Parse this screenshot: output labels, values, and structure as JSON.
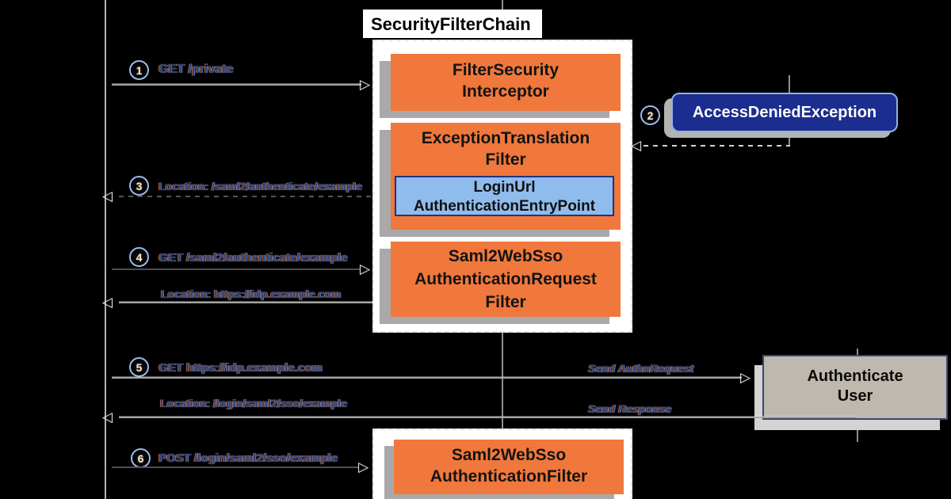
{
  "diagram": {
    "title_label": "SecurityFilterChain",
    "icons": {
      "arrow_right": "▷",
      "arrow_left": "◁"
    },
    "colors": {
      "background": "#000000",
      "box_orange": "#f0783c",
      "box_blue": "#8fbcec",
      "box_navy": "#1b2d8f",
      "box_gray": "#bfb8ae",
      "container_bg": "#ffffff",
      "shadow_gray": "#a9a9a9"
    },
    "security_filter_chain": {
      "filter_security_interceptor": {
        "line1": "FilterSecurity",
        "line2": "Interceptor"
      },
      "exception_translation_filter": {
        "line1": "ExceptionTranslation",
        "line2": "Filter"
      },
      "login_url_authentication_entry_point": {
        "line1": "LoginUrl",
        "line2": "AuthenticationEntryPoint"
      },
      "saml2_web_sso_authentication_request_filter": {
        "line1": "Saml2WebSso",
        "line2": "AuthenticationRequest",
        "line3": "Filter"
      },
      "saml2_web_sso_authentication_filter": {
        "line1": "Saml2WebSso",
        "line2": "AuthenticationFilter"
      }
    },
    "access_denied_exception_label": "AccessDeniedException",
    "authenticate_user": {
      "line1": "Authenticate",
      "line2": "User"
    },
    "steps": {
      "s1": {
        "num": "1",
        "label": "GET /private"
      },
      "s2": {
        "num": "2"
      },
      "s3": {
        "num": "3",
        "label": "Location: /saml2/authenticate/example"
      },
      "s4": {
        "num": "4",
        "label": "GET /saml2/authenticate/example",
        "response": "Location: https://idp.example.com"
      },
      "s5": {
        "num": "5",
        "label": "GET https://idp.example.com",
        "response": "Location: /login/saml2/sso/example"
      },
      "s6": {
        "num": "6",
        "label": "POST /login/saml2/sso/example"
      }
    },
    "annotations": {
      "send_authn_request": "Send AuthnRequest",
      "send_response": "Send Response"
    }
  }
}
